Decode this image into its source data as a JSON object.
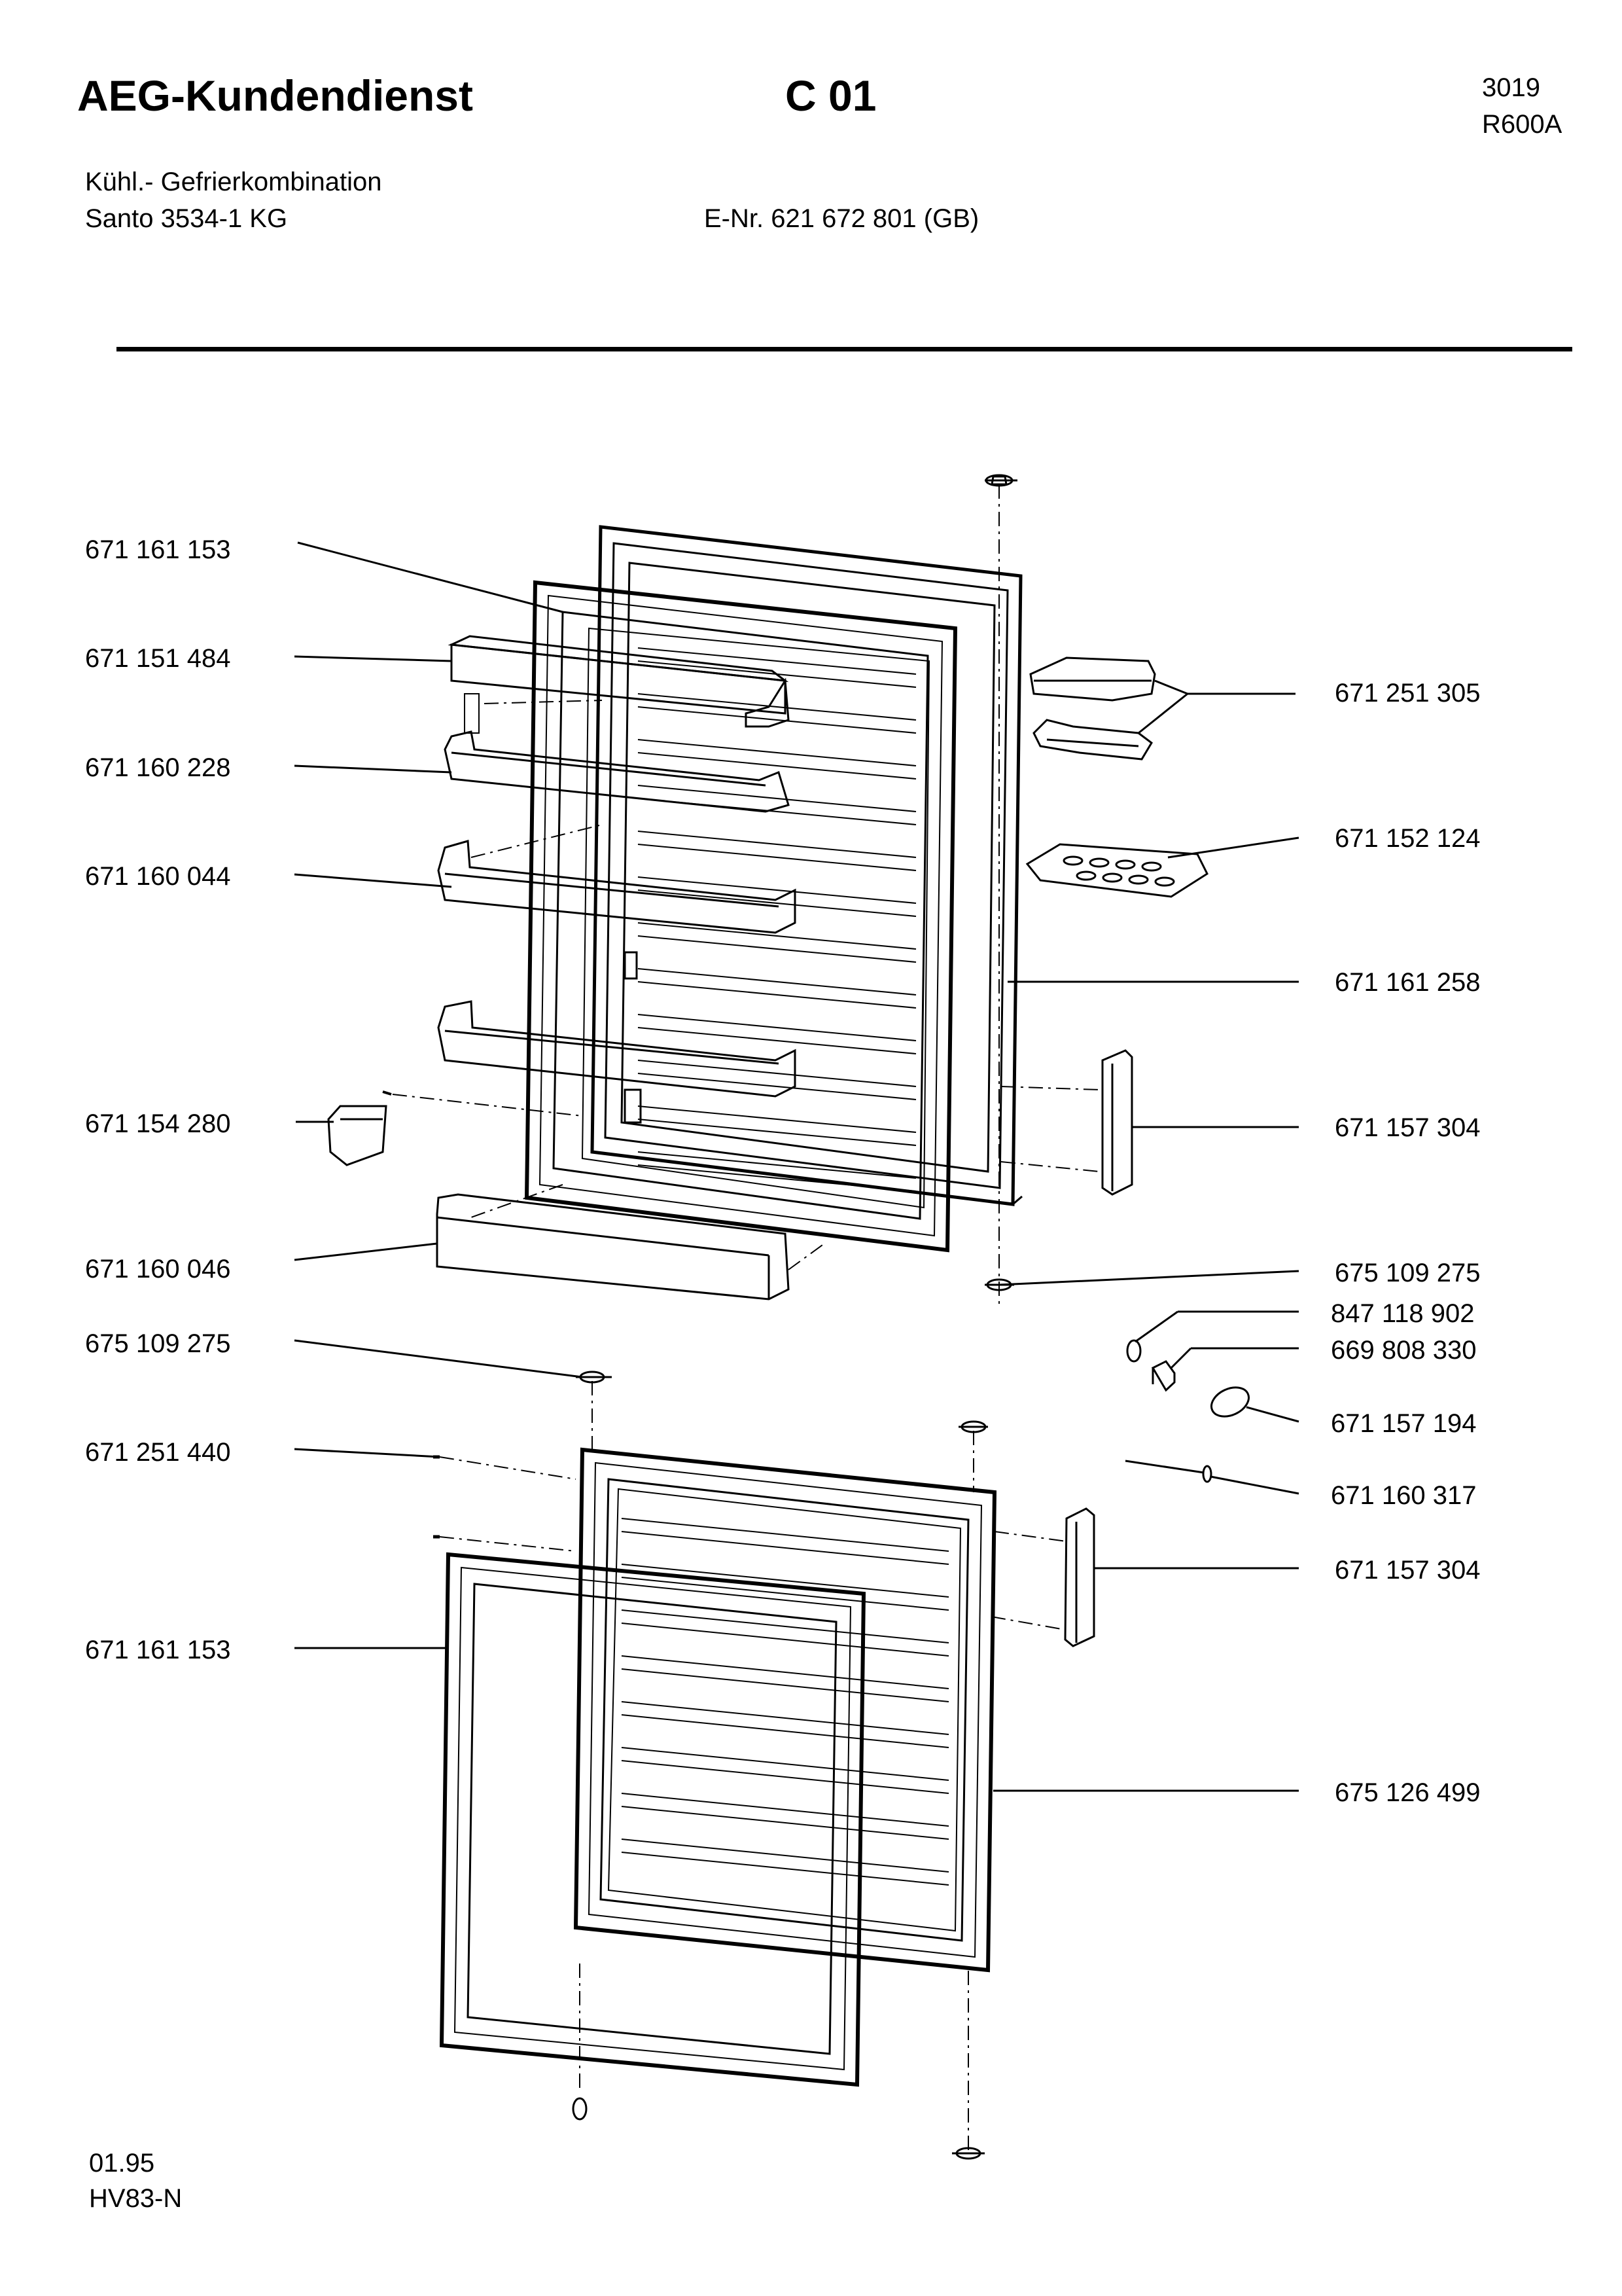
{
  "header": {
    "brand": "AEG-Kundendienst",
    "section_code": "C 01",
    "ref_number": "3019",
    "refrigerant": "R600A",
    "product_type": "Kühl.- Gefrierkombination",
    "model": "Santo 3534-1 KG",
    "e_number": "E-Nr. 621 672 801   (GB)"
  },
  "footer": {
    "date": "01.95",
    "doc_code": "HV83-N"
  },
  "parts_left": [
    "671 161 153",
    "671 151 484",
    "671 160 228",
    "671 160 044",
    "671 154 280",
    "671 160 046",
    "675 109 275",
    "671 251 440",
    "671 161 153"
  ],
  "parts_right": [
    "671 251 305",
    "671 152 124",
    "671 161 258",
    "671 157 304",
    "675 109 275",
    "847 118 902",
    "669 808 330",
    "671 157 194",
    "671 160 317",
    "671 157 304",
    "675 126 499"
  ]
}
